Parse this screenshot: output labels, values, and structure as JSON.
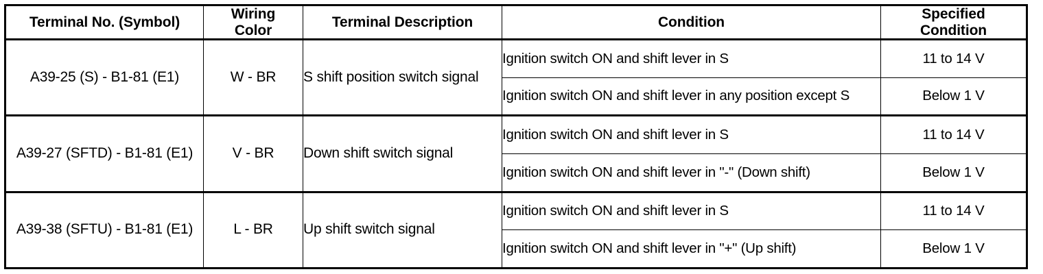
{
  "table": {
    "name": "terminal-inspection-table",
    "columns": [
      {
        "key": "terminal",
        "label": "Terminal No. (Symbol)"
      },
      {
        "key": "wiring",
        "label": "Wiring\nColor"
      },
      {
        "key": "desc",
        "label": "Terminal Description"
      },
      {
        "key": "condition",
        "label": "Condition"
      },
      {
        "key": "specified",
        "label": "Specified\nCondition"
      }
    ],
    "header": {
      "terminal_no_symbol": "Terminal No. (Symbol)",
      "wiring_color_line1": "Wiring",
      "wiring_color_line2": "Color",
      "terminal_description": "Terminal Description",
      "condition": "Condition",
      "specified_condition_line1": "Specified",
      "specified_condition_line2": "Condition"
    },
    "groups": [
      {
        "terminal": "A39-25 (S) - B1-81 (E1)",
        "wiring_color": "W - BR",
        "description": "S shift position switch signal",
        "rows": [
          {
            "condition": "Ignition switch ON and shift lever in S",
            "specified": "11 to 14 V"
          },
          {
            "condition": "Ignition switch ON and shift lever in any position except S",
            "specified": "Below 1 V"
          }
        ]
      },
      {
        "terminal": "A39-27 (SFTD) - B1-81 (E1)",
        "wiring_color": "V - BR",
        "description": "Down shift switch signal",
        "rows": [
          {
            "condition": "Ignition switch ON and shift lever in S",
            "specified": "11 to 14 V"
          },
          {
            "condition": "Ignition switch ON and shift lever in \"-\" (Down shift)",
            "specified": "Below 1 V"
          }
        ]
      },
      {
        "terminal": "A39-38 (SFTU) - B1-81 (E1)",
        "wiring_color": "L - BR",
        "description": "Up shift switch signal",
        "rows": [
          {
            "condition": "Ignition switch ON and shift lever in S",
            "specified": "11 to 14 V"
          },
          {
            "condition": "Ignition switch ON and shift lever in \"+\" (Up shift)",
            "specified": "Below 1 V"
          }
        ]
      }
    ]
  },
  "colors": {
    "border": "#000000",
    "text": "#000000",
    "background": "#ffffff"
  }
}
